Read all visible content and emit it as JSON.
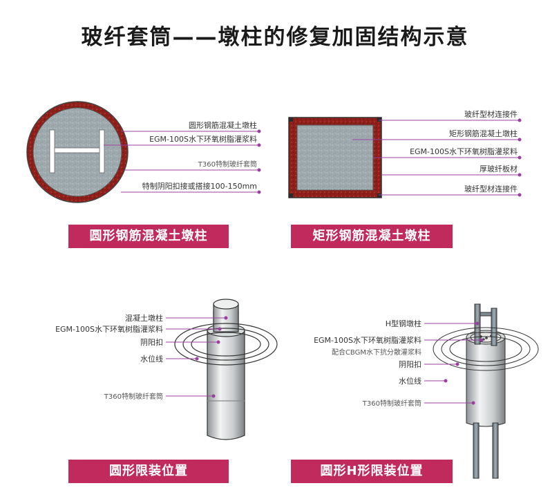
{
  "title": "玻纤套筒——墩柱的修复加固结构示意",
  "panels": {
    "round_pier": {
      "labels": [
        "圆形钢筋混凝土墩柱",
        "EGM-100S水下环氧树脂灌浆料",
        "T360特制玻纤套筒",
        "特制阴阳扣接或搭接100-150mm"
      ],
      "banner": "圆形钢筋混凝土墩柱"
    },
    "rect_pier": {
      "labels": [
        "玻纤型材连接件",
        "矩形钢筋混凝土墩柱",
        "EGM-100S水下环氧树脂灌浆料",
        "厚玻纤板材",
        "玻纤型材连接件"
      ],
      "banner": "矩形钢筋混凝土墩柱"
    },
    "round_install": {
      "labels": [
        "混凝土墩柱",
        "EGM-100S水下环氧树脂灌浆料",
        "阴阳扣",
        "水位线",
        "T360特制玻纤套筒"
      ],
      "banner": "圆形限装位置"
    },
    "h_install": {
      "labels": [
        "H型钢墩柱",
        "EGM-100S水下环氧树脂灌浆料",
        "配合CBGM水下抗分散灌浆料",
        "阴阳扣",
        "水位线",
        "T360特制玻纤套筒"
      ],
      "banner": "圆形H形限装位置"
    }
  },
  "colors": {
    "banner": "#c02a5c",
    "leader": "#9b3fa0",
    "sleeve_red": "#8e1f1a",
    "concrete": "#9aa6ab"
  }
}
